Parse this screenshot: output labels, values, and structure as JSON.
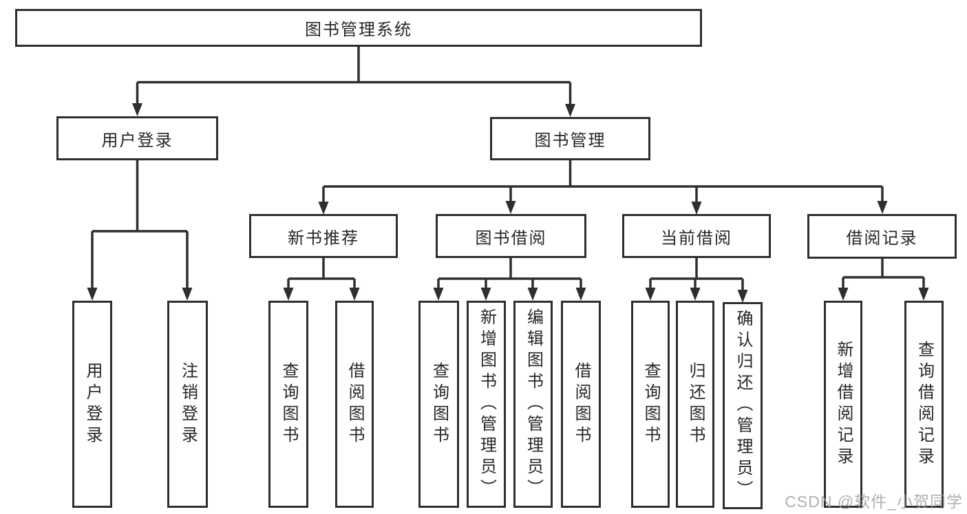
{
  "colors": {
    "line": "#2e2e2e",
    "box_border": "#2e2e2e",
    "text": "#26262a",
    "background": "#ffffff",
    "watermark": "#a2a2a2"
  },
  "watermark": {
    "text": "CSDN @软件_小贺同学"
  },
  "diagram": {
    "root": {
      "label": "图书管理系统"
    },
    "branches": [
      {
        "label": "用户登录",
        "children": [
          {
            "label": "用户登录"
          },
          {
            "label": "注销登录"
          }
        ]
      },
      {
        "label": "图书管理",
        "children": [
          {
            "label": "新书推荐",
            "children": [
              {
                "label": "查询图书"
              },
              {
                "label": "借阅图书"
              }
            ]
          },
          {
            "label": "图书借阅",
            "children": [
              {
                "label": "查询图书"
              },
              {
                "label": "新增图书（管理员）"
              },
              {
                "label": "编辑图书（管理员）"
              },
              {
                "label": "借阅图书"
              }
            ]
          },
          {
            "label": "当前借阅",
            "children": [
              {
                "label": "查询图书"
              },
              {
                "label": "归还图书"
              },
              {
                "label": "确认归还（管理员）"
              }
            ]
          },
          {
            "label": "借阅记录",
            "children": [
              {
                "label": "新增借阅记录"
              },
              {
                "label": "查询借阅记录"
              }
            ]
          }
        ]
      }
    ]
  }
}
